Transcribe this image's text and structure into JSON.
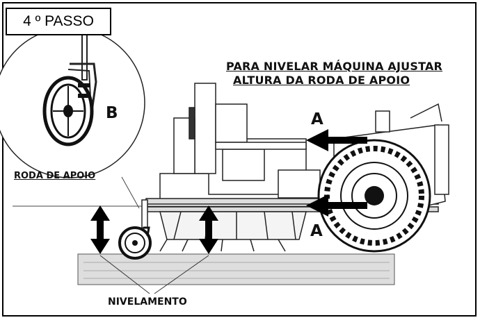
{
  "step": {
    "label": "4 º PASSO"
  },
  "title": {
    "line1": "PARA NIVELAR MÁQUINA AJUSTAR",
    "line2": "ALTURA DA RODA DE APOIO"
  },
  "labels": {
    "roda_de_apoio": "RODA DE APOIO",
    "nivelamento": "NIVELAMENTO",
    "point_b": "B",
    "point_a_top": "A",
    "point_a_bottom": "A"
  },
  "colors": {
    "ink": "#111111",
    "ground": "#dcdcdc",
    "line": "#333333"
  }
}
